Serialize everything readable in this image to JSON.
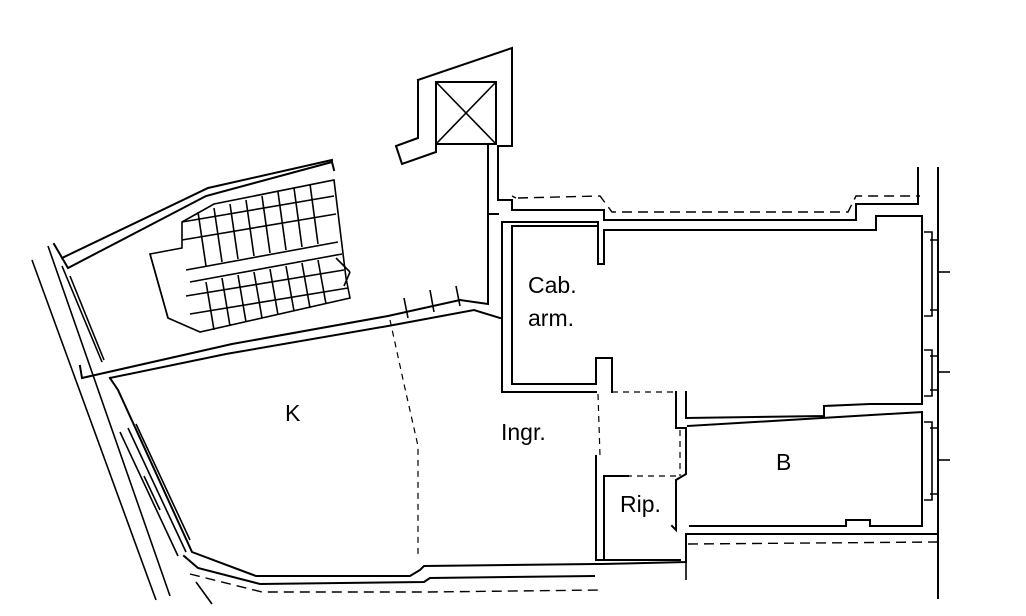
{
  "plan": {
    "rooms": {
      "kitchen": "K",
      "entrance": "Ingr.",
      "bathroom": "B",
      "storage": "Rip.",
      "wardrobe_line1": "Cab.",
      "wardrobe_line2": "arm."
    },
    "line_color": "#000000",
    "background_color": "#ffffff"
  }
}
